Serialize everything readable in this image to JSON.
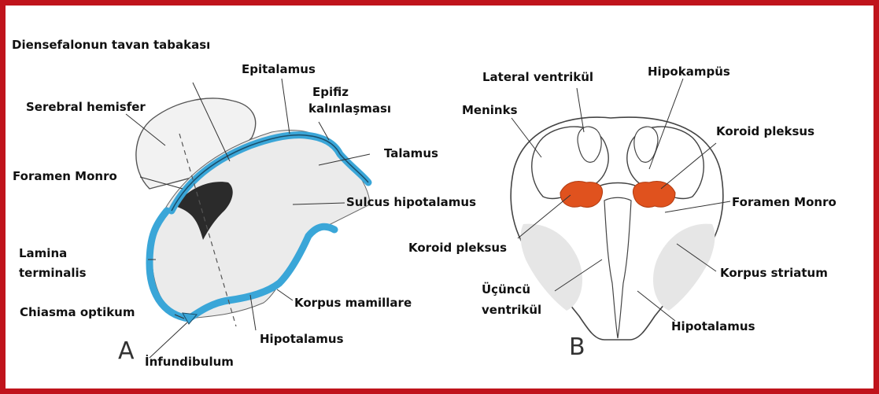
{
  "colors": {
    "border": "#c0141c",
    "ventricle_lining": "#3aa6d8",
    "choroid_plexus": "#e0521e"
  },
  "figure_a": {
    "panel_letter": "A",
    "labels": {
      "roof": "Diensefalonun tavan tabakası",
      "epithalamus": "Epitalamus",
      "pineal_line1": "Epifiz",
      "pineal_line2": "kalınlaşması",
      "cerebral_hemisphere": "Serebral  hemisfer",
      "thalamus": "Talamus",
      "foramen_monro": "Foramen Monro",
      "sulcus_hypothalamicus": "Sulcus hipotalamus",
      "lamina_line1": "Lamina",
      "lamina_line2": "terminalis",
      "chiasma": "Chiasma optikum",
      "mamillary": "Korpus mamillare",
      "hypothalamus": "Hipotalamus",
      "infundibulum": "İnfundibulum"
    }
  },
  "figure_b": {
    "panel_letter": "B",
    "labels": {
      "lateral_ventricle": "Lateral ventrikül",
      "hippocampus": "Hipokampüs",
      "meninges": "Meninks",
      "choroid_plexus_right": "Koroid pleksus",
      "foramen_monro": "Foramen Monro",
      "choroid_plexus_left": "Koroid pleksus",
      "third_ventricle_line1": "Üçüncü",
      "third_ventricle_line2": "ventrikül",
      "corpus_striatum": "Korpus striatum",
      "hypothalamus": "Hipotalamus"
    }
  }
}
